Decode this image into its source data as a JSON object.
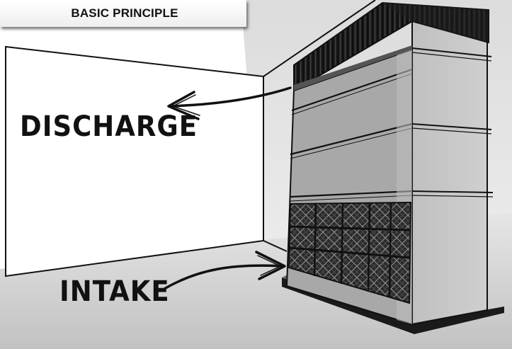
{
  "title": "BASIC PRINCIPLE",
  "labels": {
    "discharge": "DISCHARGE",
    "intake": "INTAKE"
  },
  "colors": {
    "cabinet_front": "#a9a9a9",
    "cabinet_side": "#c4c4c4",
    "grille": "#1c1c1c",
    "filter": "#2a2a2a",
    "outline": "#111111"
  }
}
